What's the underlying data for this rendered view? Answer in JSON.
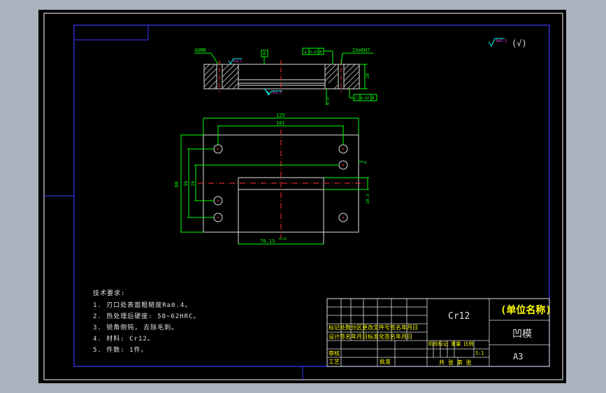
{
  "roughness_symbol": {
    "value": "Ra3.2",
    "paren": "(√)"
  },
  "section_view": {
    "labels": {
      "thread": "4XM8",
      "datum": "A",
      "perp": "⊥",
      "perp_tol": "0.02",
      "perp_datum": "A",
      "pin_hole": "2X∅6H7",
      "height": "28",
      "depth": "6.3",
      "para": "//",
      "para_tol": "0.02",
      "para_datum": "A",
      "ra_left": "Ra3.2",
      "ra_bottom": "Ra3.2"
    }
  },
  "plan_view": {
    "dims": {
      "overall_width": "125",
      "hole_spacing": "101",
      "overall_height": "80",
      "dim_56": "56",
      "dim_28": "28",
      "slot_width": "70.13",
      "slot_tol": "+0.02",
      "slot_height": "10.3",
      "mark_a": "A"
    }
  },
  "tech_requirements": {
    "title": "技术要求:",
    "items": [
      "1. 刃口处表面粗糙度Ra0.4。",
      "2. 热处理后硬度: 58~62HRC。",
      "3. 锐角倒钝, 去除毛刺。",
      "4. 材料: Cr12。",
      "5. 件数: 1件。"
    ]
  },
  "title_block": {
    "material": "Cr12",
    "company": "(单位名称)",
    "part_name": "凹模",
    "sheet_size": "A3",
    "scale": "1:1",
    "row_labels": {
      "revision": "标记处数分区更改文件号签名年月日",
      "design": "设计签名年月日标准化签名年月日",
      "review": "审核",
      "process": "工艺",
      "approve": "批准",
      "stage_header": "阶段标记 重量 比例",
      "sheet_count": "共 张 第 张"
    }
  }
}
